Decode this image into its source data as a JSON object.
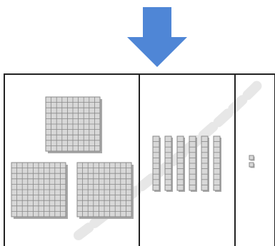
{
  "diagram": {
    "arrow": {
      "direction": "down",
      "color": "#4f86d6"
    },
    "place_value_chart": {
      "border_color": "#222222",
      "columns": [
        {
          "name": "hundreds",
          "blocks": {
            "kind": "flat",
            "count": 3,
            "grid": "10x10"
          }
        },
        {
          "name": "tens",
          "blocks": {
            "kind": "rod",
            "count": 6,
            "units_per_rod": 10
          }
        },
        {
          "name": "ones",
          "blocks": {
            "kind": "unit",
            "count": 2
          }
        }
      ]
    },
    "block_colors": {
      "fill": "#d8d8d8",
      "grid_line": "#888888",
      "shadow": "#a8a8a8"
    },
    "watermark": {
      "color": "#e7e7e7"
    }
  }
}
